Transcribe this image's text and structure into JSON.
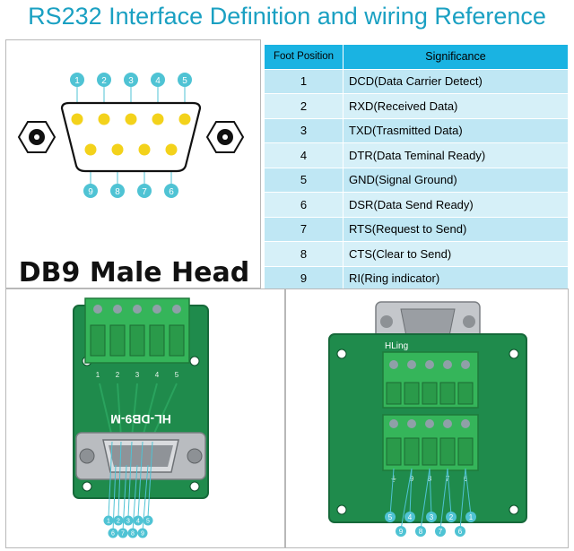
{
  "title": "RS232 Interface Definition and wiring Reference",
  "connector": {
    "label": "DB9 Male Head",
    "top_pins": [
      "1",
      "2",
      "3",
      "4",
      "5"
    ],
    "bottom_pins": [
      "9",
      "8",
      "7",
      "6"
    ]
  },
  "table": {
    "headers": [
      "Foot Position",
      "Significance"
    ],
    "rows": [
      {
        "pos": "1",
        "sig": "DCD(Data Carrier Detect)"
      },
      {
        "pos": "2",
        "sig": "RXD(Received Data)"
      },
      {
        "pos": "3",
        "sig": "TXD(Trasmitted Data)"
      },
      {
        "pos": "4",
        "sig": "DTR(Data Teminal Ready)"
      },
      {
        "pos": "5",
        "sig": "GND(Signal Ground)"
      },
      {
        "pos": "6",
        "sig": "DSR(Data Send Ready)"
      },
      {
        "pos": "7",
        "sig": "RTS(Request to Send)"
      },
      {
        "pos": "8",
        "sig": "CTS(Clear to Send)"
      },
      {
        "pos": "9",
        "sig": "RI(Ring indicator)"
      }
    ]
  },
  "board_a": {
    "silk": "HL-DB9-M",
    "terminal_labels": [
      "1",
      "2",
      "3",
      "4",
      "5"
    ],
    "callouts_top": [
      "1",
      "2",
      "3",
      "4",
      "5"
    ],
    "callouts_bottom": [
      "6",
      "7",
      "8",
      "9"
    ]
  },
  "board_b": {
    "brand": "HLing",
    "terminal_labels": [
      "⏚",
      "9",
      "8",
      "7",
      "6"
    ],
    "callouts_top": [
      "5",
      "4",
      "3",
      "2",
      "1"
    ],
    "callouts_bottom": [
      "9",
      "8",
      "7",
      "6"
    ]
  },
  "colors": {
    "title": "#1aa0c2",
    "header_cell": "#1ab3e2",
    "row_cell": "#bfe7f4",
    "pin_yellow": "#f3d21b",
    "callout": "#4fc3d4",
    "pcb_green": "#1f8b4c",
    "terminal_green": "#35b55a"
  }
}
